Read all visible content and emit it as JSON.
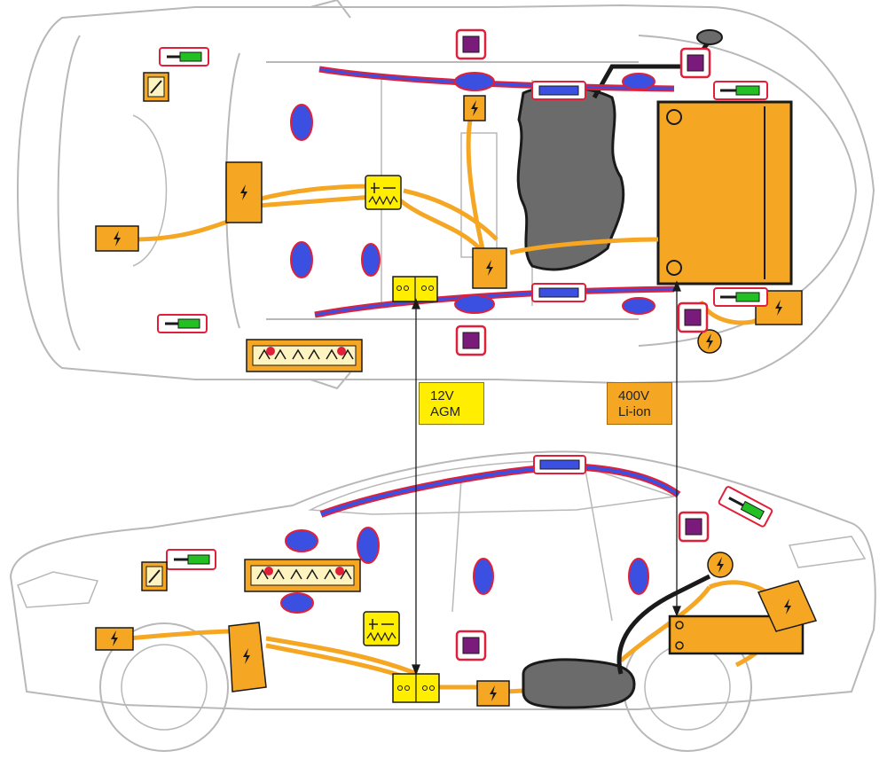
{
  "labels": {
    "agm_voltage": "12V",
    "agm_type": "AGM",
    "hv_voltage": "400V",
    "hv_type": "Li-ion"
  },
  "colors": {
    "hv_component": "#f5a623",
    "lv_battery": "#ffee00",
    "airbag": "#3b4fe0",
    "airbag_outline": "#e0203a",
    "sensor_frame": "#e0203a",
    "sensor_fill": "#7a1a7a",
    "fuel_tank": "#6b6b6b",
    "seatbelt_tensioner": "#22c022",
    "car_outline": "#b8b8b8"
  },
  "icons": {
    "hv_warning": "lightning-bolt-icon",
    "battery_12v": "battery-cells-icon",
    "gas_generator": "gas-generator-icon",
    "pyro_fuse": "pyro-fuse-icon"
  }
}
